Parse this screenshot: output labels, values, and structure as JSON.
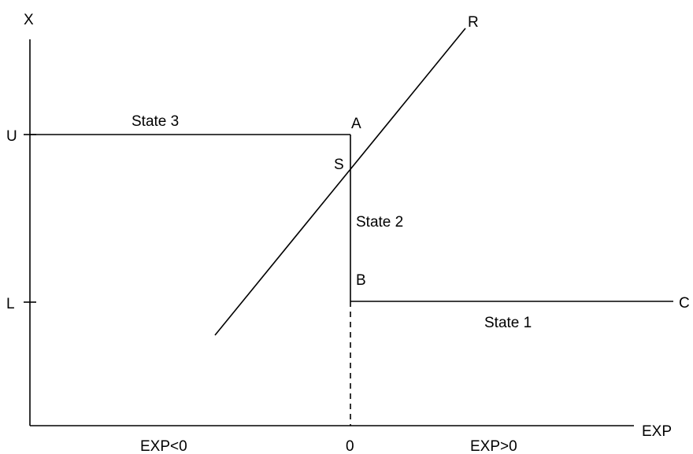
{
  "axes": {
    "y_label": "X",
    "x_label": "EXP",
    "upper_label": "U",
    "lower_label": "L",
    "origin_label": "0",
    "negative_region_label": "EXP<0",
    "positive_region_label": "EXP>0"
  },
  "points": {
    "a": "A",
    "b": "B",
    "c": "C",
    "s": "S",
    "r": "R"
  },
  "states": {
    "state1": "State 1",
    "state2": "State 2",
    "state3": "State 3"
  }
}
